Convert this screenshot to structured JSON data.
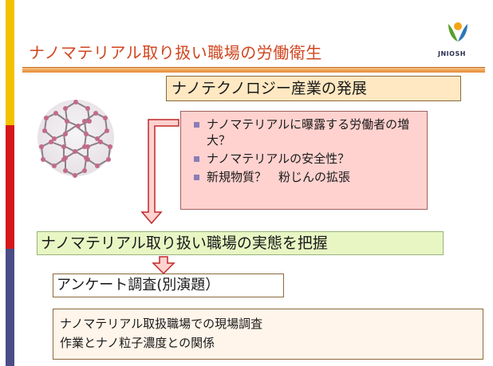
{
  "title": "ナノマテリアル取り扱い職場の労働衛生",
  "logo": {
    "text": "JNIOSH"
  },
  "industry_box": "ナノテクノロジー産業の発展",
  "concerns": [
    "ナノマテリアルに曝露する労働者の増大？",
    "ナノマテリアルの安全性？",
    "新規物質？　粉じんの拡張"
  ],
  "reality_box": "ナノマテリアル取り扱い職場の実態を把握",
  "survey_box": "アンケート調査(別演題）",
  "field_box": {
    "line1": "ナノマテリアル取扱職場での現場調査",
    "line2": "作業とナノ粒子濃度との関係"
  },
  "colors": {
    "bar_yellow": "#f2c200",
    "bar_red": "#d4171b",
    "bar_navy": "#4a4d87",
    "title": "#d0461f",
    "arrow_fill": "#ffd2cf",
    "arrow_stroke": "#c0282a"
  }
}
